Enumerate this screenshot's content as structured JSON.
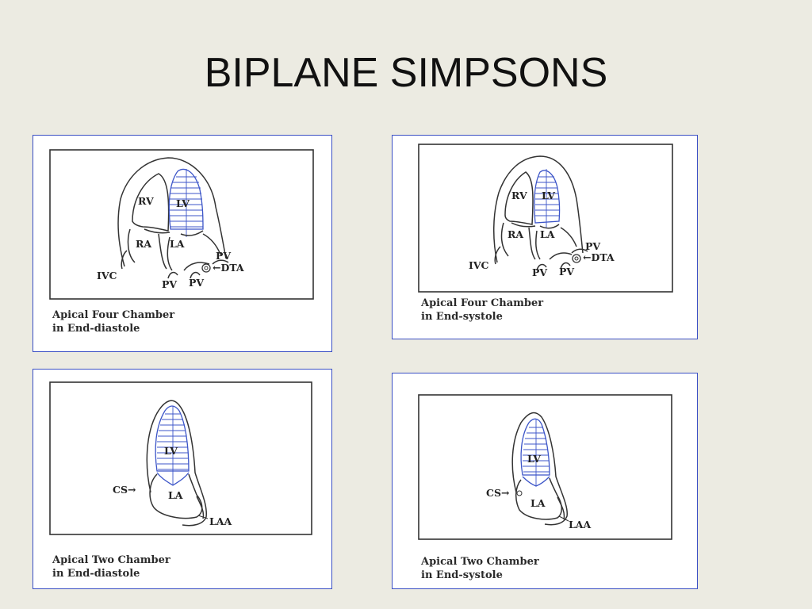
{
  "title": "BIPLANE SIMPSONS",
  "panels": [
    {
      "caption_line1": "Apical Four Chamber",
      "caption_line2": "in End-diastole",
      "labels": {
        "rv": "RV",
        "lv": "LV",
        "ra": "RA",
        "la": "LA",
        "ivc": "IVC",
        "pv1": "PV",
        "pv2": "PV",
        "pv3": "PV",
        "dta": "←DTA"
      }
    },
    {
      "caption_line1": "Apical Four Chamber",
      "caption_line2": "in End-systole",
      "labels": {
        "rv": "RV",
        "lv": "LV",
        "ra": "RA",
        "la": "LA",
        "ivc": "IVC",
        "pv1": "PV",
        "pv2": "PV",
        "pv3": "PV",
        "dta": "←DTA"
      }
    },
    {
      "caption_line1": "Apical Two Chamber",
      "caption_line2": "in End-diastole",
      "labels": {
        "lv": "LV",
        "la": "LA",
        "cs": "CS→",
        "laa": "LAA"
      }
    },
    {
      "caption_line1": "Apical Two Chamber",
      "caption_line2": "in End-systole",
      "labels": {
        "lv": "LV",
        "la": "LA",
        "cs": "CS→",
        "laa": "LAA"
      }
    }
  ],
  "colors": {
    "accent_blue": "#3c55c8",
    "panel_border": "#3a4fc4",
    "background": "#ecebe2"
  }
}
